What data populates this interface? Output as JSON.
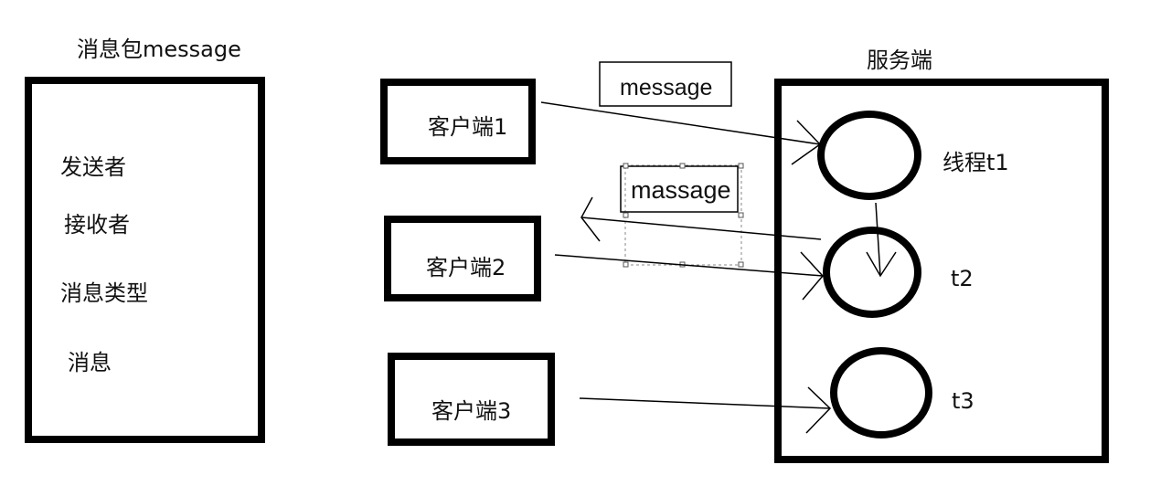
{
  "message_box": {
    "title": "消息包message",
    "fields": [
      "发送者",
      "接收者",
      "消息类型",
      "消息"
    ]
  },
  "clients": [
    {
      "label": "客户端1"
    },
    {
      "label": "客户端2"
    },
    {
      "label": "客户端3"
    }
  ],
  "server": {
    "title": "服务端",
    "threads": [
      "线程t1",
      "t2",
      "t3"
    ]
  },
  "messages": {
    "msg1": "message",
    "msg2": "massage"
  }
}
